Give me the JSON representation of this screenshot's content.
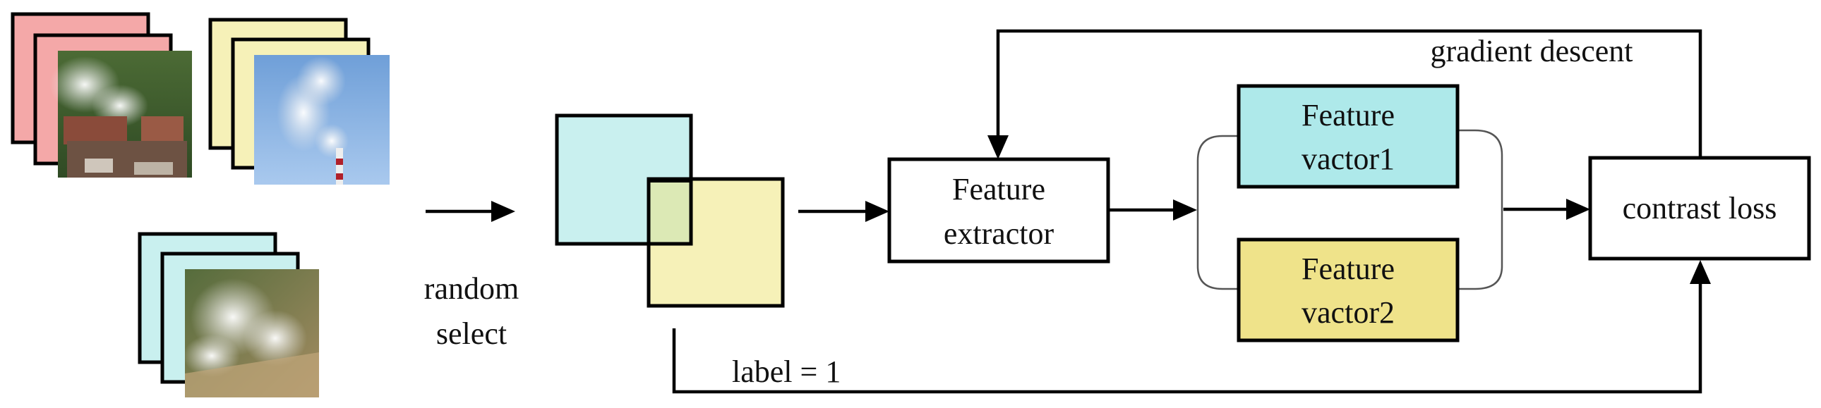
{
  "colors": {
    "pink": "#f4a8a8",
    "yellow": "#f6f1b8",
    "cyan": "#c9f0ef",
    "overlap": "#dce9b5",
    "feature1": "#aee9ea",
    "feature2": "#efe38a"
  },
  "labels": {
    "random_select_line1": "random",
    "random_select_line2": "select",
    "feature_extractor_line1": "Feature",
    "feature_extractor_line2": "extractor",
    "feature_vector1_line1": "Feature",
    "feature_vector1_line2": "vactor1",
    "feature_vector2_line1": "Feature",
    "feature_vector2_line2": "vactor2",
    "contrast_loss": "contrast loss",
    "gradient_descent": "gradient descent",
    "label": "label = 1"
  },
  "images": {
    "stack1": "factory smoke photo",
    "stack2": "chimney smoke photo",
    "stack3": "hillside smoke photo"
  }
}
